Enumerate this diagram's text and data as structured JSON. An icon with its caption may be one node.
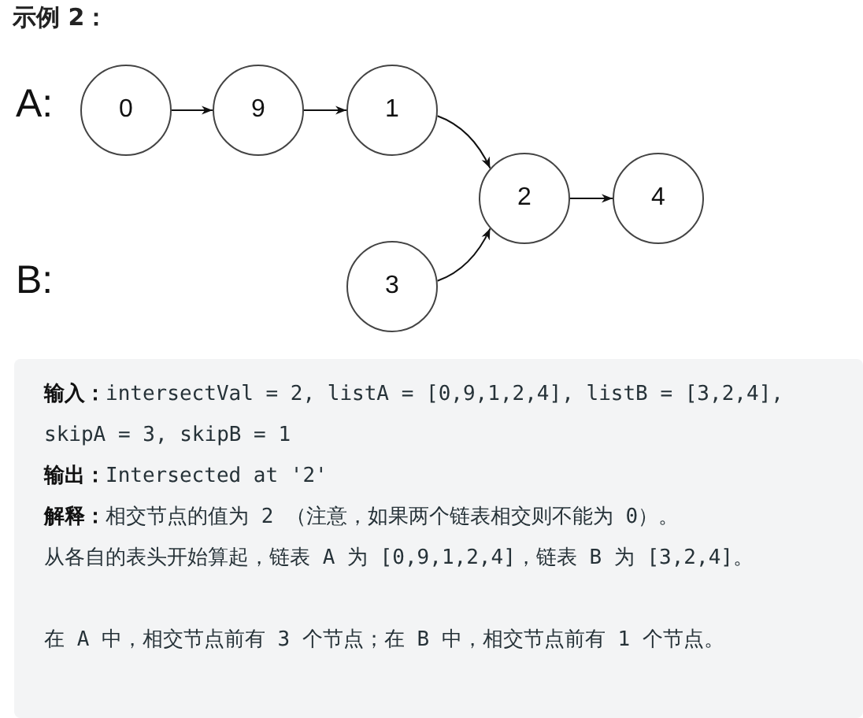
{
  "diagram": {
    "title": "示例 2：",
    "nodes": [
      {
        "text": [
          "0"
        ]
      },
      {
        "text": [
          "9"
        ]
      },
      {
        "text": [
          "1"
        ]
      },
      {
        "text": [
          "2"
        ]
      },
      {
        "text": [
          "4"
        ]
      },
      {
        "text": [
          "3"
        ]
      }
    ],
    "edges": [
      {
        "from": 0,
        "to": 1,
        "arrow": "to"
      },
      {
        "from": 1,
        "to": 2,
        "arrow": "to"
      },
      {
        "from": 2,
        "to": 3,
        "arrow": "to"
      },
      {
        "from": 3,
        "to": 4,
        "arrow": "to"
      },
      {
        "from": 5,
        "to": 3,
        "arrow": "to"
      }
    ],
    "labels": [
      "A:",
      "B:",
      "**输入：**intersectVal = 2, listA = [0,9,1,2,4], listB = [3,2,4], skipA = 3, skipB = 1",
      "**输出：**Intersected at '2'",
      "**解释：**相交节点的值为 2 （注意，如果两个链表相交则不能为 0）。",
      "从各自的表头开始算起，链表 A 为 [0,9,1,2,4]，链表 B 为 [3,2,4]。",
      "在 A 中，相交节点前有 3 个节点；在 B 中，相交节点前有 1 个节点。"
    ]
  }
}
